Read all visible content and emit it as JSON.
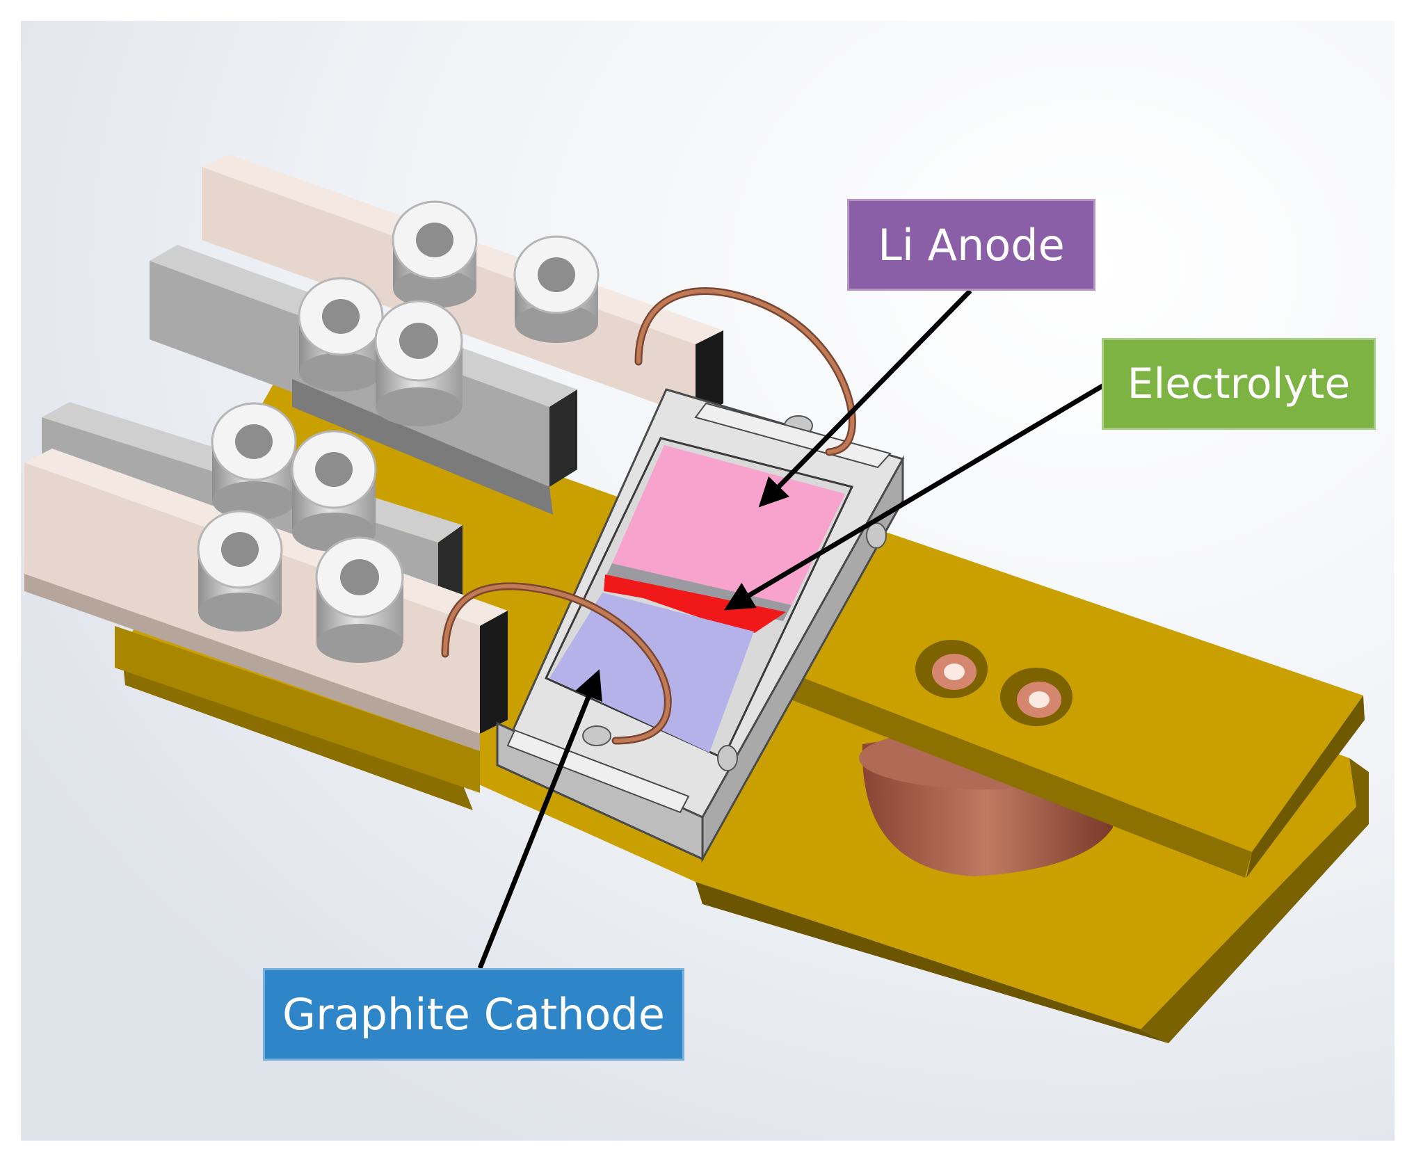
{
  "labels": {
    "li_anode": "Li Anode",
    "electrolyte": "Electrolyte",
    "graphite_cathode": "Graphite Cathode"
  },
  "colors": {
    "li_anode_box": "#8B5FA8",
    "electrolyte_box": "#7CB342",
    "graphite_cathode_box": "#2E86C8",
    "gold_substrate": "#C9A000",
    "anode_layer": "#F7A3CE",
    "cathode_layer": "#B4B2E8",
    "electrolyte_layer": "#F01818",
    "copper_wire": "#C07A56",
    "clamp_pink": "#E7D6CD",
    "clamp_gray": "#A9A9A9",
    "cell_frame": "#E3E3E3"
  }
}
